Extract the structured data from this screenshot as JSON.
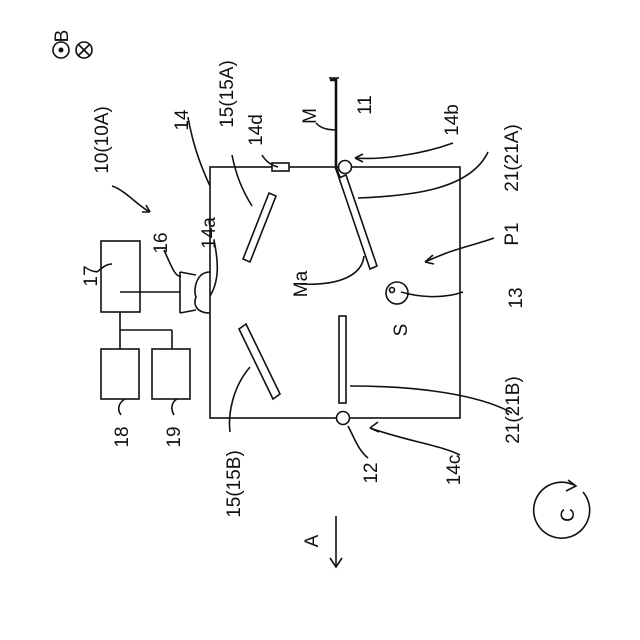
{
  "labels": {
    "B": "B",
    "dir_10": "10(10A)",
    "chamber_14": "14",
    "mirror_15A": "15(15A)",
    "sensor_14d": "14d",
    "film_M": "M",
    "roller_11": "11",
    "opening_14b": "14b",
    "mirror_21A": "21(21A)",
    "point_P1": "P1",
    "box_17": "17",
    "lamp_16": "16",
    "window_14a": "14a",
    "film_end_Ma": "Ma",
    "shaft_13": "13",
    "sensor_S": "S",
    "box_18": "18",
    "box_19": "19",
    "mirror_15B": "15(15B)",
    "mirror_21B": "21(21B)",
    "roller_12": "12",
    "opening_14c": "14c",
    "arrow_A": "A",
    "rotation_C": "C"
  }
}
